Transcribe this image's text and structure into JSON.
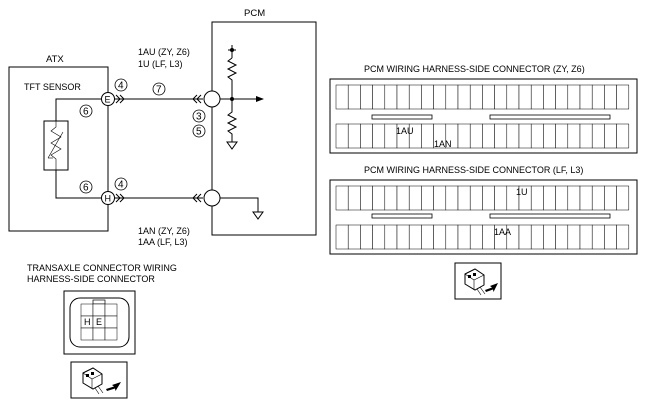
{
  "pcm": {
    "label": "PCM"
  },
  "atx": {
    "label": "ATX",
    "sensor_label": "TFT SENSOR"
  },
  "pins": {
    "upper_pcm": [
      "1AU (ZY, Z6)",
      "1U (LF, L3)"
    ],
    "lower_pcm": [
      "1AN (ZY, Z6)",
      "1AA (LF, L3)"
    ],
    "upper_trans": "E",
    "lower_trans": "H"
  },
  "callouts": {
    "c3": "3",
    "c4": "4",
    "c5": "5",
    "c6": "6",
    "c7": "7"
  },
  "connector_zy": {
    "title": "PCM WIRING HARNESS-SIDE CONNECTOR (ZY, Z6)",
    "pin_a": "1AU",
    "pin_b": "1AN"
  },
  "connector_lf": {
    "title": "PCM WIRING HARNESS-SIDE CONNECTOR (LF, L3)",
    "pin_a": "1U",
    "pin_b": "1AA"
  },
  "transaxle_connector": {
    "title_lines": [
      "TRANSAXLE CONNECTOR WIRING",
      "HARNESS-SIDE CONNECTOR"
    ],
    "cell_h": "H",
    "cell_e": "E"
  }
}
